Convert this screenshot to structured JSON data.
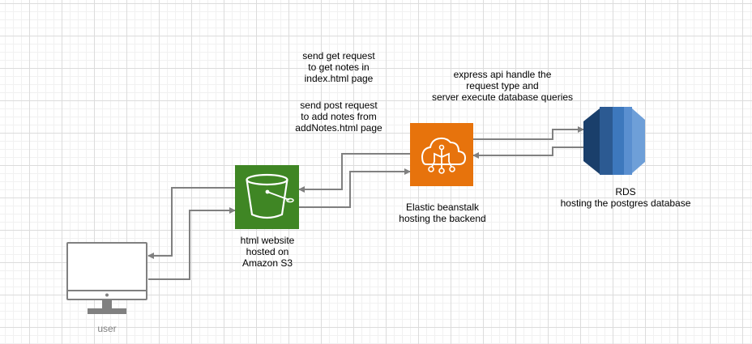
{
  "nodes": {
    "user": {
      "label": "user",
      "icon": "monitor-icon"
    },
    "s3": {
      "lines": [
        "html website",
        "hosted on",
        "Amazon S3"
      ],
      "icon": "s3-bucket-icon",
      "color": "#3f8624"
    },
    "beanstalk": {
      "lines": [
        "Elastic beanstalk",
        "hosting the backend"
      ],
      "icon": "elastic-beanstalk-icon",
      "color": "#e7730c"
    },
    "rds": {
      "lines": [
        "RDS",
        "hosting the postgres database"
      ],
      "icon": "rds-database-icon",
      "color": "#2e73b8"
    }
  },
  "annotations": {
    "get_request": [
      "send get request",
      "to get notes in",
      "index.html page"
    ],
    "post_request": [
      "send post request",
      "to add notes from",
      "addNotes.html page"
    ],
    "express_api": [
      "express api handle the",
      "request type and",
      "server execute database queries"
    ]
  },
  "colors": {
    "connector": "#808080",
    "user_label": "#808080"
  }
}
